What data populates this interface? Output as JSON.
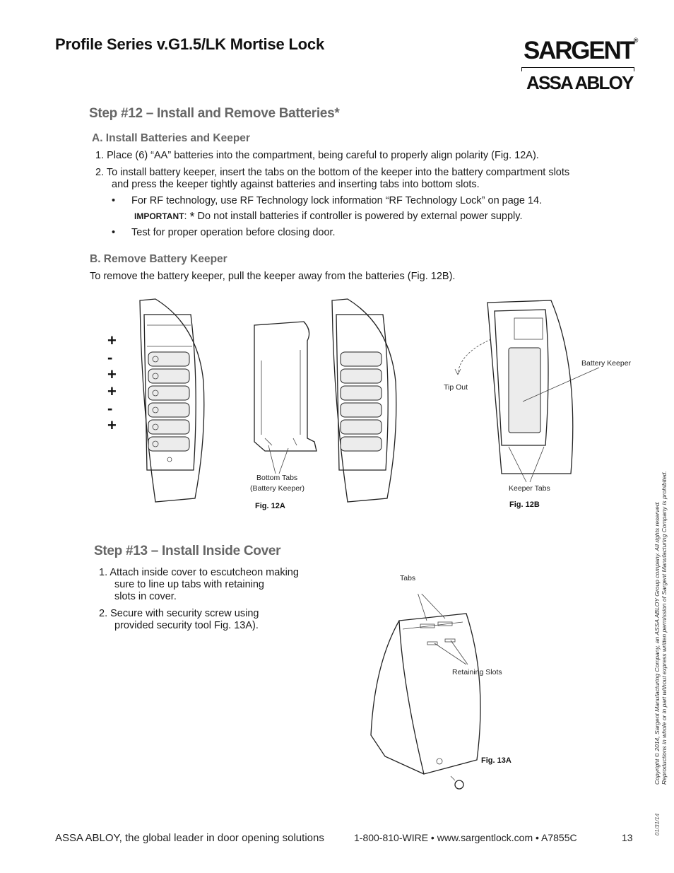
{
  "header": {
    "title": "Profile Series v.G1.5/LK Mortise Lock",
    "logo_top": "SARGENT",
    "logo_reg": "®",
    "logo_bottom": "ASSA ABLOY"
  },
  "step12": {
    "heading": "Step #12 – Install and Remove Batteries*",
    "sectionA": {
      "heading": "A. Install Batteries and Keeper",
      "item1": "1.  Place (6) “AA” batteries into the compartment, being careful to properly align polarity (Fig. 12A).",
      "item2_line1": "2.  To install battery keeper, insert the tabs on the bottom of the keeper into the battery compartment slots",
      "item2_line2": "and press the keeper tightly against batteries and inserting tabs into bottom slots.",
      "bullet1": "For RF technology, use RF Technology lock information “RF Technology Lock” on page 14.",
      "important_label": "IMPORTANT",
      "important_colon": ":",
      "important_star": "*",
      "important_text": "Do not install batteries if controller is powered by external power supply.",
      "bullet2": "Test for proper operation before closing door."
    },
    "sectionB": {
      "heading": "B. Remove Battery Keeper",
      "text": "To remove the battery keeper, pull the keeper away from the batteries (Fig. 12B)."
    },
    "fig12a": {
      "polarity": [
        "+",
        "-",
        "+",
        "+",
        "-",
        "+"
      ],
      "callout_line1": "Bottom Tabs",
      "callout_line2": "(Battery Keeper)",
      "label": "Fig.  12A"
    },
    "fig12b": {
      "tip_out": "Tip Out",
      "battery_keeper": "Battery Keeper",
      "keeper_tabs": "Keeper Tabs",
      "label": "Fig.  12B"
    }
  },
  "step13": {
    "heading": "Step #13 – Install Inside Cover",
    "item1_line1": "1.  Attach inside cover to escutcheon making",
    "item1_line2": "sure to line up tabs with retaining",
    "item1_line3": "slots in cover.",
    "item2_line1": "2.  Secure with security screw using",
    "item2_line2": "provided security tool Fig. 13A).",
    "fig13a": {
      "tabs": "Tabs",
      "retaining_slots": "Retaining Slots",
      "label": "Fig. 13A"
    }
  },
  "sidebar": {
    "copyright_line1": "Copyright © 2014, Sargent Manufacturing Company, an ASSA ABLOY Group company. All rights reserved.",
    "copyright_line2": "Reproductions in whole or in part without express written permission of Sargent Manufacturing Company is prohibited.",
    "date": "01/31/14"
  },
  "footer": {
    "tagline": "ASSA ABLOY, the global leader in door opening solutions",
    "contact": "1-800-810-WIRE • www.sargentlock.com • A7855C",
    "page": "13"
  }
}
